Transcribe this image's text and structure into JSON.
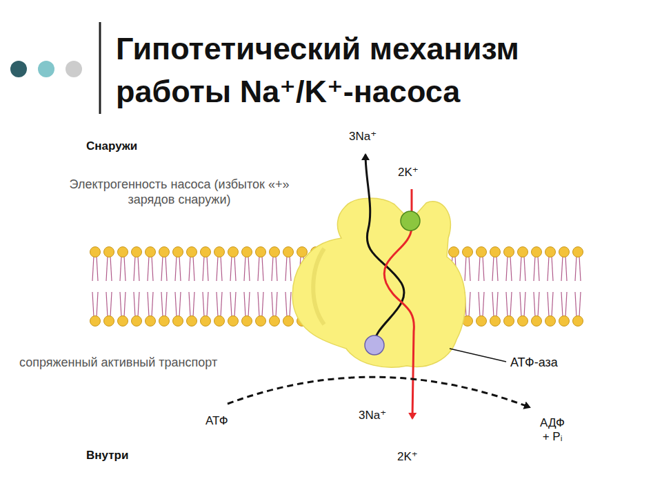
{
  "diagram": {
    "title": "Гипотетический механизм работы Na⁺/K⁺-насоса",
    "labels": [
      "Снаружи",
      "Электрогенность насоса (избыток «+» зарядов снаружи)",
      "3Na⁺",
      "2K⁺",
      "сопряженный активный транспорт",
      "АТФ-аза",
      "АТФ",
      "3Na⁺",
      "2K⁺",
      "АДФ + Pᵢ",
      "Внутри"
    ]
  }
}
